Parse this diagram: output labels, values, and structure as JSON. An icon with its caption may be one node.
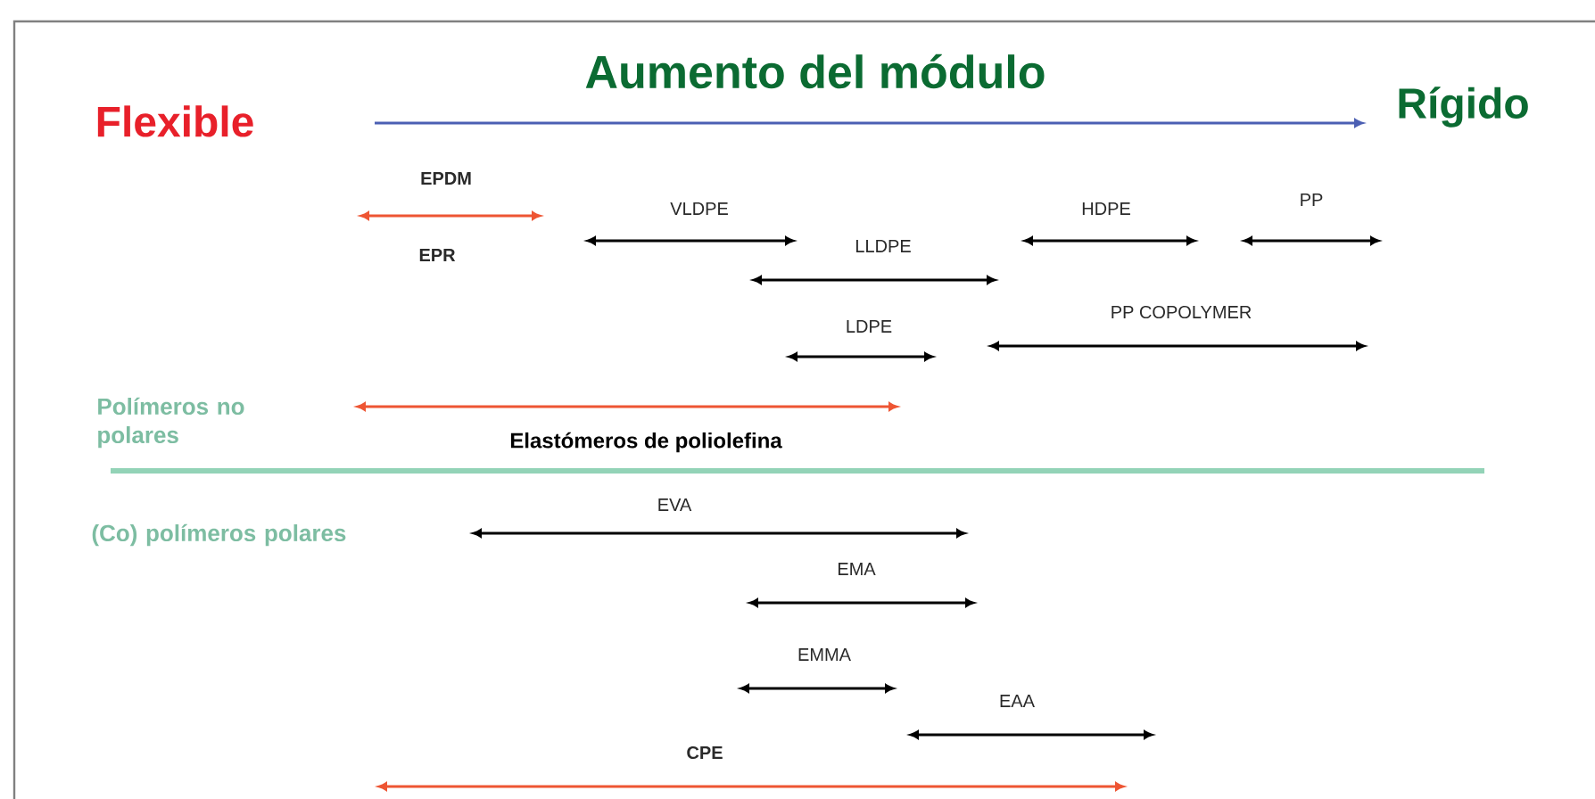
{
  "diagram": {
    "title": "Aumento del módulo",
    "labels": [
      "Flexible",
      "Rígido",
      "EPDM",
      "EPR",
      "VLDPE",
      "LLDPE",
      "HDPE",
      "PP",
      "LDPE",
      "PP COPOLYMER",
      "Polímeros no polares",
      "Elastómeros de poliolefina",
      "(Co) polímeros polares",
      "EVA",
      "EMA",
      "EMMA",
      "EAA",
      "CPE"
    ]
  }
}
